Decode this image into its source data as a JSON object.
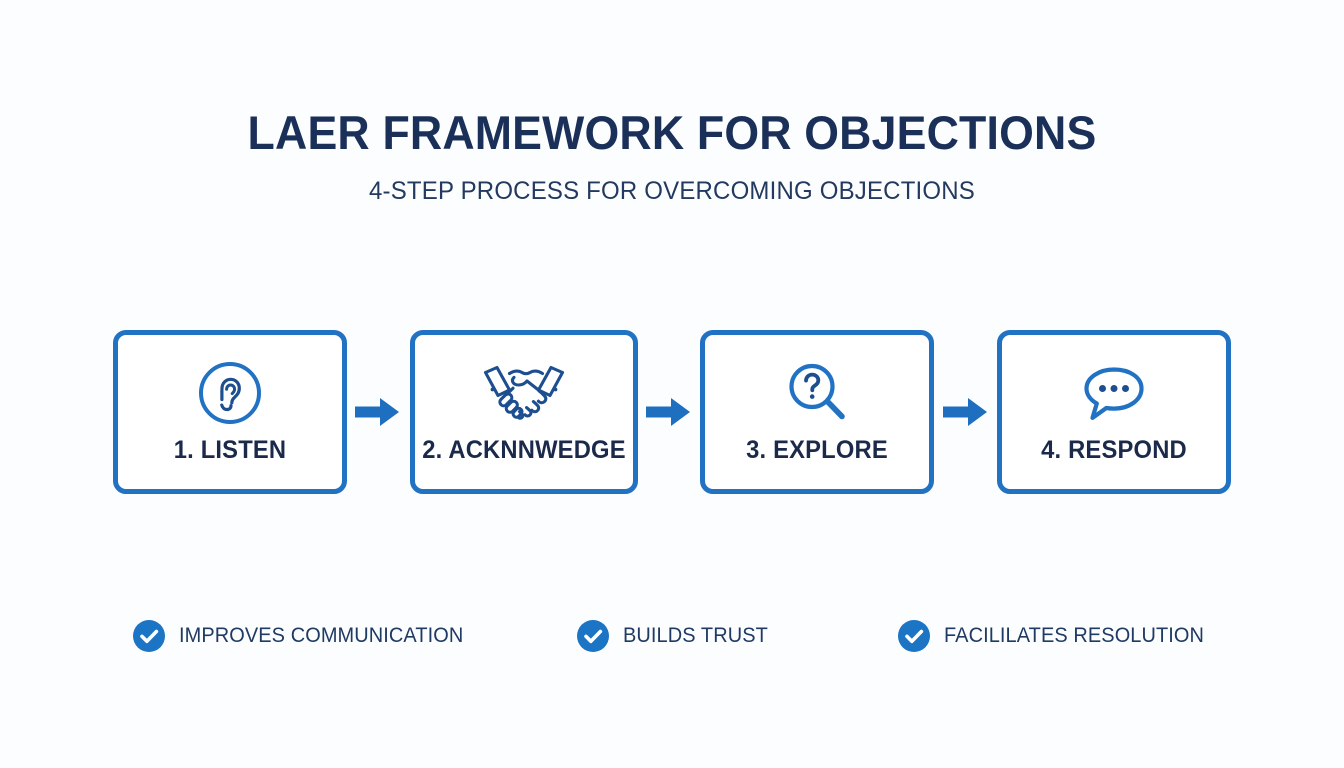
{
  "header": {
    "title": "LAER FRAMEWORK FOR OBJECTIONS",
    "subtitle": "4-STEP PROCESS FOR OVERCOMING OBJECTIONS"
  },
  "colors": {
    "background": "#fcfdfe",
    "box_border": "#2272c3",
    "box_fill": "#ffffff",
    "title_navy": "#1b3059",
    "label_navy": "#1b2a4a",
    "icon_blue": "#2272c3",
    "icon_navy": "#1d4e8f",
    "arrow_blue": "#1f6fc0",
    "check_blue": "#1c74c4"
  },
  "steps": [
    {
      "label": "1. LISTEN",
      "icon": "ear-in-circle-icon"
    },
    {
      "label": "2. ACKNNWEDGE",
      "icon": "handshake-icon"
    },
    {
      "label": "3. EXPLORE",
      "icon": "magnifier-question-icon"
    },
    {
      "label": "4. RESPOND",
      "icon": "speech-bubble-dots-icon"
    }
  ],
  "connectors": [
    {
      "icon": "arrow-right-icon"
    },
    {
      "icon": "arrow-right-icon"
    },
    {
      "icon": "arrow-right-icon"
    }
  ],
  "benefits": [
    {
      "label": "IMPROVES COMMUNICATION",
      "icon": "check-circle-icon"
    },
    {
      "label": "BUILDS TRUST",
      "icon": "check-circle-icon"
    },
    {
      "label": "FACILILATES RESOLUTION",
      "icon": "check-circle-icon"
    }
  ]
}
